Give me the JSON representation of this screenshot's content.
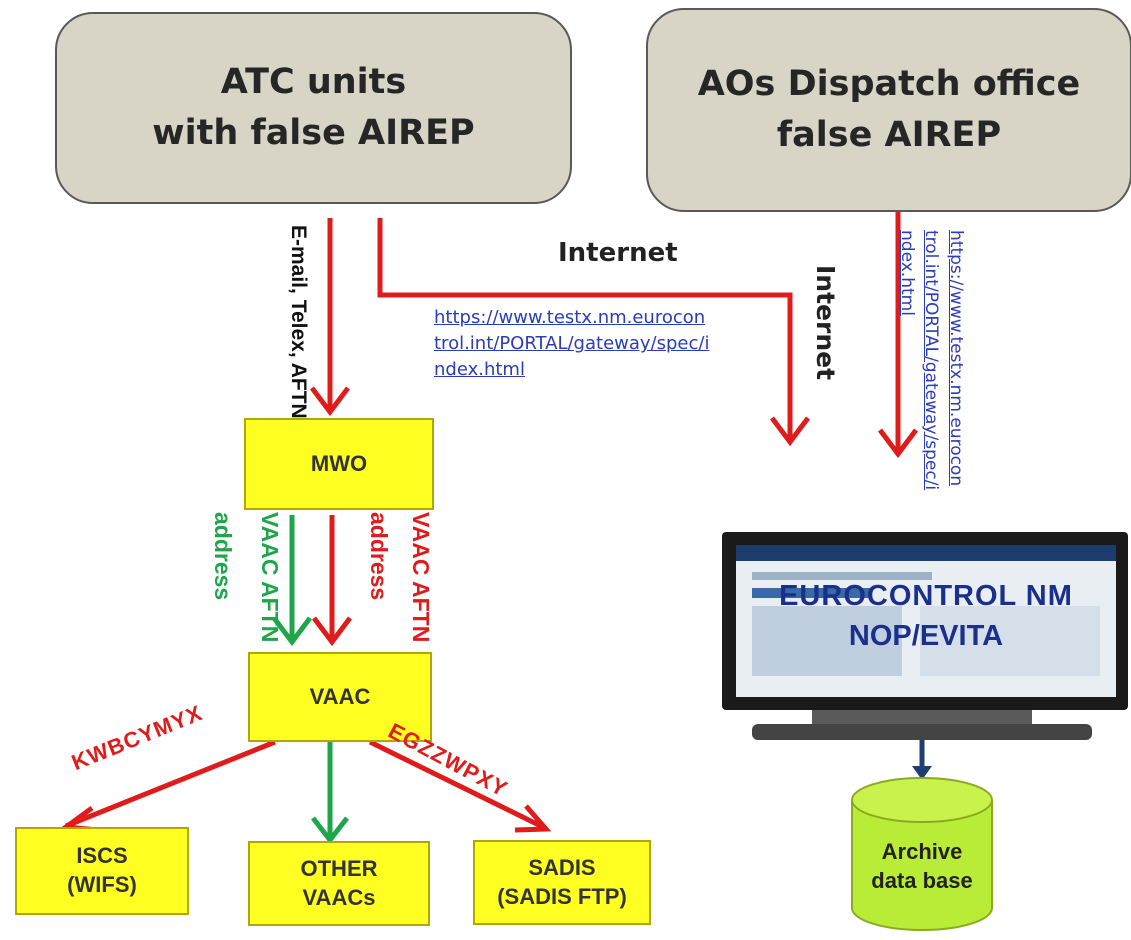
{
  "boxes": {
    "atc": [
      "ATC units",
      "with false AIREP"
    ],
    "aos": [
      "AOs Dispatch office",
      "false AIREP"
    ],
    "mwo": "MWO",
    "vaac": "VAAC",
    "iscs": [
      "ISCS",
      "(WIFS)"
    ],
    "other": [
      "OTHER",
      "VAACs"
    ],
    "sadis": [
      "SADIS",
      "(SADIS FTP)"
    ],
    "archive": [
      "Archive",
      "data base"
    ]
  },
  "labels": {
    "email": "E-mail, Telex, AFTN",
    "internet_center": "Internet",
    "internet_right": "Internet",
    "green_vaac": "VAAC AFTN",
    "green_address": "address",
    "red_vaac": "VAAC AFTN",
    "red_address": "address",
    "kwb": "KWBCYMYX",
    "egz": "EGZZWPXY"
  },
  "links": {
    "center": [
      "https://www.testx.nm.eurocon",
      "trol.int/PORTAL/gateway/spec/i",
      "ndex.html"
    ],
    "right": [
      "https://www.testx.nm.eurocon",
      "trol.int/PORTAL/gateway/spec/i",
      "ndex.html"
    ]
  },
  "monitor": {
    "line1": "EUROCONTROL NM",
    "line2": "NOP/EVITA"
  },
  "colors": {
    "red_arrow": "#e01b1b",
    "green_arrow": "#1fa64a",
    "link": "#2a3cb8",
    "yellow_box": "#ffff22",
    "cloud_fill": "#d8d4c6",
    "cylinder": "#b8ec36"
  }
}
